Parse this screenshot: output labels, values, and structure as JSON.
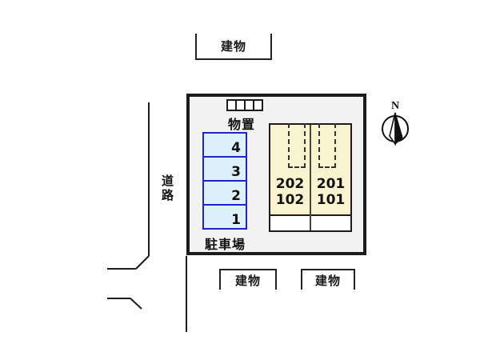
{
  "plan": {
    "title": "site-plan",
    "colors": {
      "parking_fill": "#ddf1fc",
      "parking_stroke": "#2222cc",
      "building_fill": "#faf3cf",
      "site_fill": "#f2f2f2",
      "stroke": "#1c1c1c"
    }
  },
  "callouts": {
    "top": {
      "label": "建物"
    },
    "bottom_left": {
      "label": "建物"
    },
    "bottom_right": {
      "label": "建物"
    }
  },
  "storage": {
    "label": "物置",
    "cells": [
      "",
      "",
      "",
      ""
    ]
  },
  "parking": {
    "label": "駐車場",
    "slots": [
      {
        "number": "4"
      },
      {
        "number": "3"
      },
      {
        "number": "2"
      },
      {
        "number": "1"
      }
    ]
  },
  "building": {
    "units": [
      {
        "upper": "202",
        "lower": "102"
      },
      {
        "upper": "201",
        "lower": "101"
      }
    ]
  },
  "road": {
    "label": "道路"
  },
  "compass": {
    "north_label": "N"
  }
}
